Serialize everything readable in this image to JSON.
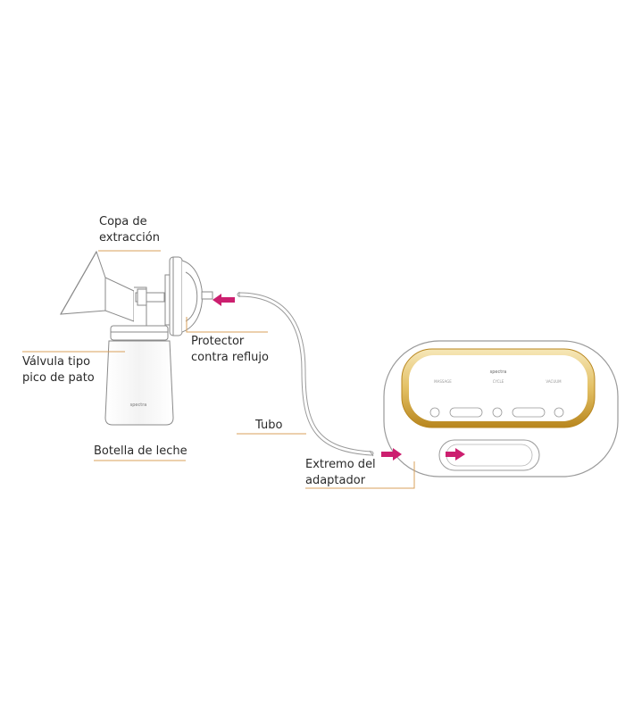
{
  "labels": {
    "funnel": [
      "Copa de",
      "extracción"
    ],
    "valve": [
      "Válvula tipo",
      "pico de pato"
    ],
    "bottle": "Botella de leche",
    "backflow": [
      "Protector",
      "contra reflujo"
    ],
    "tube": "Tubo",
    "adapter": [
      "Extremo del",
      "adaptador"
    ]
  },
  "device": {
    "brand": "spectra",
    "mode_labels": [
      "MASSAGE",
      "CYCLE",
      "VACUUM"
    ]
  },
  "colors": {
    "arrow": "#cc1f6f",
    "leader_line": "#d9a05b",
    "gold": "#c89a2a",
    "outline": "#8a8a8a"
  }
}
